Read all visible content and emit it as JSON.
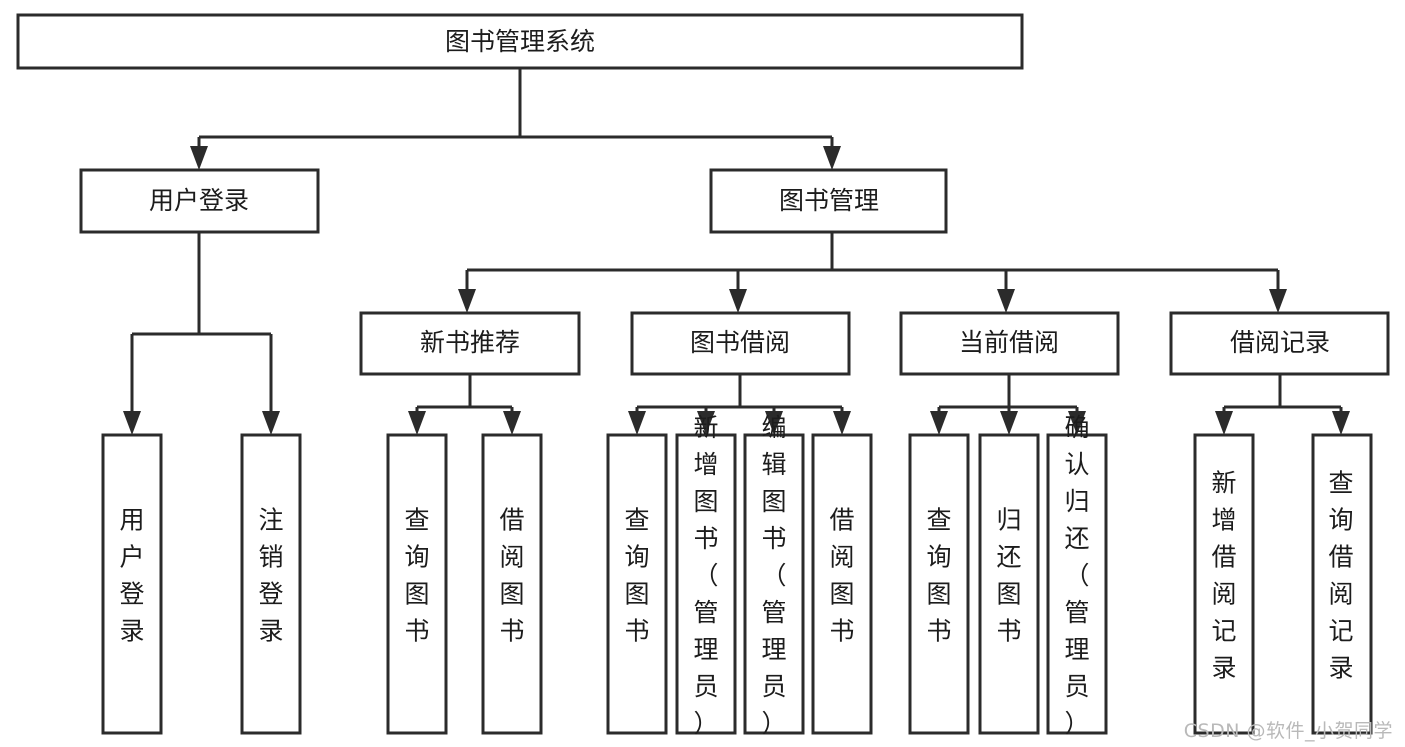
{
  "diagram": {
    "type": "tree",
    "title": "图书管理系统",
    "watermark": "CSDN @软件_小贺同学",
    "nodes": {
      "root": {
        "label": "图书管理系统",
        "level": 1
      },
      "user_login": {
        "label": "用户登录",
        "level": 2
      },
      "book_manage": {
        "label": "图书管理",
        "level": 2
      },
      "new_book_rec": {
        "label": "新书推荐",
        "level": 3
      },
      "book_borrow": {
        "label": "图书借阅",
        "level": 3
      },
      "current_borrow": {
        "label": "当前借阅",
        "level": 3
      },
      "borrow_record": {
        "label": "借阅记录",
        "level": 3
      },
      "leaf_user_login": {
        "label": "用户登录",
        "level": 4
      },
      "leaf_logout": {
        "label": "注销登录",
        "level": 4
      },
      "leaf_query_book_1": {
        "label": "查询图书",
        "level": 4
      },
      "leaf_borrow_book_1": {
        "label": "借阅图书",
        "level": 4
      },
      "leaf_query_book_2": {
        "label": "查询图书",
        "level": 4
      },
      "leaf_add_book": {
        "label": "新增图书（管理员）",
        "level": 4
      },
      "leaf_edit_book": {
        "label": "编辑图书（管理员）",
        "level": 4
      },
      "leaf_borrow_book_2": {
        "label": "借阅图书",
        "level": 4
      },
      "leaf_query_book_3": {
        "label": "查询图书",
        "level": 4
      },
      "leaf_return_book": {
        "label": "归还图书",
        "level": 4
      },
      "leaf_confirm_return": {
        "label": "确认归还（管理员）",
        "level": 4
      },
      "leaf_add_record": {
        "label": "新增借阅记录",
        "level": 4
      },
      "leaf_query_record": {
        "label": "查询借阅记录",
        "level": 4
      }
    },
    "edges": [
      {
        "from": "root",
        "to": "user_login"
      },
      {
        "from": "root",
        "to": "book_manage"
      },
      {
        "from": "user_login",
        "to": "leaf_user_login"
      },
      {
        "from": "user_login",
        "to": "leaf_logout"
      },
      {
        "from": "book_manage",
        "to": "new_book_rec"
      },
      {
        "from": "book_manage",
        "to": "book_borrow"
      },
      {
        "from": "book_manage",
        "to": "current_borrow"
      },
      {
        "from": "book_manage",
        "to": "borrow_record"
      },
      {
        "from": "new_book_rec",
        "to": "leaf_query_book_1"
      },
      {
        "from": "new_book_rec",
        "to": "leaf_borrow_book_1"
      },
      {
        "from": "book_borrow",
        "to": "leaf_query_book_2"
      },
      {
        "from": "book_borrow",
        "to": "leaf_add_book"
      },
      {
        "from": "book_borrow",
        "to": "leaf_edit_book"
      },
      {
        "from": "book_borrow",
        "to": "leaf_borrow_book_2"
      },
      {
        "from": "current_borrow",
        "to": "leaf_query_book_3"
      },
      {
        "from": "current_borrow",
        "to": "leaf_return_book"
      },
      {
        "from": "current_borrow",
        "to": "leaf_confirm_return"
      },
      {
        "from": "borrow_record",
        "to": "leaf_add_record"
      },
      {
        "from": "borrow_record",
        "to": "leaf_query_record"
      }
    ],
    "colors": {
      "box_stroke": "#2b2b2b",
      "box_fill": "#ffffff",
      "connector": "#2b2b2b",
      "text": "#1c1c1c",
      "watermark": "#b9b9b9",
      "background": "#ffffff"
    }
  }
}
